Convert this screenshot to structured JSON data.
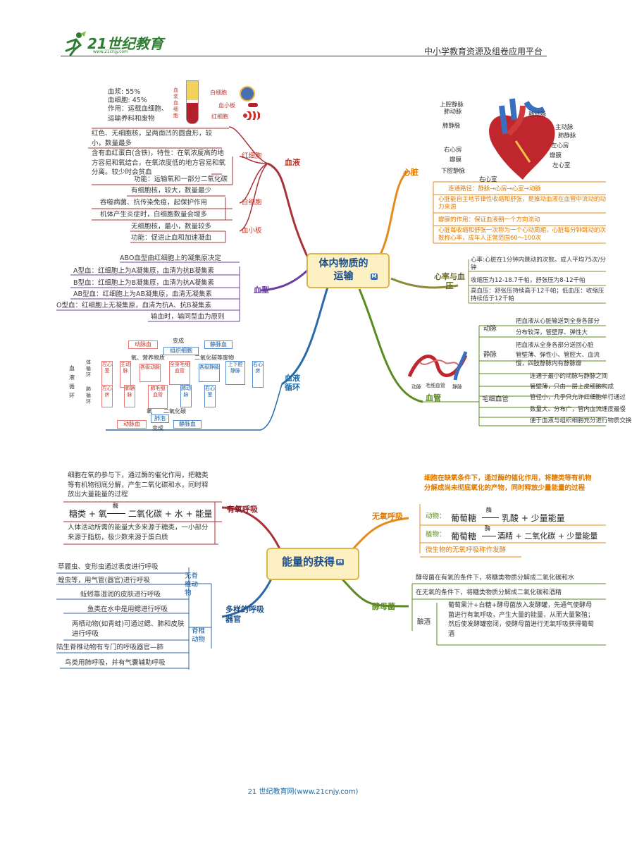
{
  "header": {
    "logo_text": "21世纪教育",
    "logo_url_text": "www.21cnjy.com",
    "platform": "中小学教育资源及组卷应用平台"
  },
  "footer": {
    "text": "21 世纪教育网(www.21cnjy.com)"
  },
  "map1": {
    "center": "体内物质的运输",
    "badge": "M",
    "blood": {
      "label": "血液",
      "composition": [
        "血浆: 55%",
        "血细胞: 45%",
        "作用：运载血细胞、运输养料和废物"
      ],
      "tube_labels": {
        "left": "血浆 血细胞",
        "wbc": "白细胞",
        "platelet": "血小板",
        "rbc": "红细胞"
      },
      "rbc": {
        "label": "红细胞",
        "items": [
          "红色、无细胞核，呈两面凹的圆盘形，较小，数量最多",
          "含有血红蛋白(含铁)，特性：在氧浓度高的地方容易和氧结合，在氧浓度低的地方容易和氧分离。较少时会贫血",
          "功能：运输氧和一部分二氧化碳"
        ]
      },
      "wbc": {
        "label": "白细胞",
        "items": [
          "有细胞核，较大，数量最少",
          "吞噬病菌、抗传染免疫，起保护作用",
          "机体产生炎症时，白细胞数量会增多"
        ]
      },
      "platelet": {
        "label": "血小板",
        "items": [
          "无细胞核，最小，数量较多",
          "功能：促进止血和加速凝血"
        ]
      }
    },
    "blood_type": {
      "label": "血型",
      "items": [
        "ABO血型由红细胞上的凝集原决定",
        "A型血：红细胞上为A凝集原，血清为抗B凝集素",
        "B型血：红细胞上为B凝集原，血清为抗A凝集素",
        "AB型血：红细胞上为AB凝集原，血清无凝集素",
        "O型血：红细胞上无凝集原，血清为抗A、抗B凝集素",
        "输血时，输同型血为原则"
      ]
    },
    "circulation": {
      "label": "血液循环",
      "top_change": "变成",
      "artery_blood": "动脉血",
      "vein_blood": "静脉血",
      "tissue": "组织细胞",
      "nutrients": "氧、营养物质",
      "co2_waste": "二氧化碳等废物",
      "side_labels": [
        "血液循环",
        "体循环",
        "肺循环"
      ],
      "systemic": [
        "左心室",
        "主动脉",
        "各级动脉",
        "全身毛细血管",
        "各级静脉",
        "上下腔静脉",
        "右心房"
      ],
      "pulmonary": [
        "左心房",
        "肺静脉",
        "肺毛细血管",
        "肺动脉",
        "右心室"
      ],
      "oxygen": "氧",
      "co2": "二氧化碳",
      "alveoli": "肺泡",
      "bottom_artery": "动脉血",
      "bottom_vein": "静脉血",
      "bottom_change": "变成"
    },
    "heart": {
      "label": "心脏",
      "diagram_labels": [
        "上腔静脉",
        "肺动脉",
        "肺静脉",
        "肺动脉",
        "主动脉",
        "肺静脉",
        "左心房",
        "右心房",
        "瓣膜",
        "瓣膜",
        "左心室",
        "下腔静脉",
        "右心室"
      ],
      "items": [
        "连通路径：静脉→心房→心室→动脉",
        "心脏能自主地节律性收缩和舒张，是推动血液在血管中流动的动力来源",
        "瓣膜的作用：保证血液朝一个方向流动",
        "心脏每收缩和舒张一次称为一个心动周期，心脏每分钟跳动的次数称心率，成年人正常范围60～100次"
      ]
    },
    "heart_rate": {
      "label": "心率与血压",
      "items": [
        "心率:心脏在1分钟内跳动的次数。成人平均75次/分钟",
        "收缩压为12-18.7千帕，舒张压为8-12千帕",
        "高血压：舒张压持续高于12千帕；低血压：收缩压持续低于12千帕"
      ]
    },
    "vessels": {
      "label": "血管",
      "diagram_labels": [
        "动脉",
        "毛细血管",
        "静脉"
      ],
      "artery": {
        "label": "动脉",
        "items": [
          "把血液从心脏输送到全身各部分",
          "分布较深，管壁厚、弹性大"
        ]
      },
      "vein": {
        "label": "静脉",
        "items": [
          "把血液从全身各部分送回心脏",
          "管壁薄、弹性小、管腔大、血流慢，四肢静脉内有静脉瓣"
        ]
      },
      "capillary": {
        "label": "毛细血管",
        "items": [
          "连通于最小的动脉与静脉之间",
          "管壁薄，只由一层上皮细胞构成",
          "管径小，几乎只允许红细胞单行通过",
          "数量大、分布广，管内血流速度最慢",
          "便于血液与组织细胞充分进行物质交换"
        ]
      }
    }
  },
  "map2": {
    "center": "能量的获得",
    "badge": "M",
    "aerobic": {
      "label": "有氧呼吸",
      "desc": "细胞在氧的参与下，通过酶的催化作用，把糖类等有机物彻底分解，产生二氧化碳和水，同时释放出大量能量的过程",
      "eq_left": "糖类 + 氧",
      "eq_enzyme": "酶",
      "eq_right": "二氧化碳 + 水 + 能量",
      "note": "人体活动所需的能量大多来源于糖类，一小部分来源于脂肪，极少数来源于蛋白质"
    },
    "organs": {
      "label": "多样的呼吸器官",
      "invert_label": "无脊椎动物",
      "vert_label": "脊椎动物",
      "invert": [
        "草履虫、变形虫通过表皮进行呼吸",
        "蝗虫等，用气管(器官)进行呼吸",
        "蚯蚓靠湿润的皮肤进行呼吸"
      ],
      "vert": [
        "鱼类在水中是用鳃进行呼吸",
        "两栖动物(如青蛙)可通过鳃、肺和皮肤进行呼吸",
        "陆生脊椎动物有专门的呼吸器官—肺",
        "鸟类用肺呼吸，并有气囊辅助呼吸"
      ]
    },
    "anaerobic": {
      "label": "无氧呼吸",
      "desc": "细胞在缺氧条件下，通过酶的催化作用，将糖类等有机物分解成尚未彻底氧化的产物，同时释放少量能量的过程",
      "animal_label": "动物：",
      "animal_left": "葡萄糖",
      "animal_right": "乳酸 + 少量能量",
      "plant_label": "植物：",
      "plant_left": "葡萄糖",
      "plant_right": "酒精 + 二氧化碳 + 少量能量",
      "enzyme": "酶",
      "note": "微生物的无氧呼吸称作发酵"
    },
    "yeast": {
      "label": "酵母菌",
      "items": [
        "酵母菌在有氧的条件下，将糖类物质分解成二氧化碳和水",
        "在无氧的条件下，将糖类物质分解成二氧化碳和酒精"
      ],
      "wine_label": "酿酒",
      "wine_text": "葡萄果汁+白糖+酵母菌放入发酵罐，先通气使酵母菌进行有氧呼吸，产生大量的能量，从而大量繁殖；然后使发酵罐密闭，使酵母菌进行无氧呼吸获得葡萄酒"
    }
  },
  "colors": {
    "hub_fill": "#fdf1c4",
    "hub_border": "#d8b64a",
    "red_branch": "#a8323a",
    "orange_branch": "#e58b1a",
    "green_branch": "#5b8a1e",
    "blue_branch": "#2b6aa8",
    "purple_branch": "#6b3fa0"
  }
}
